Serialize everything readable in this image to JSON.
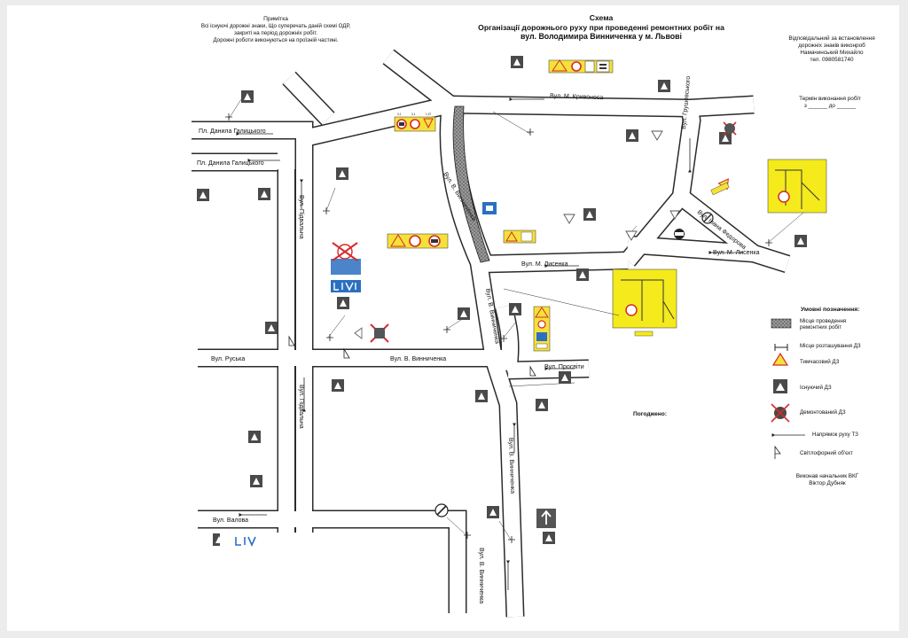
{
  "note": {
    "heading": "Примітка",
    "line1": "Всі існуючі дорожні знаки, Що суперечать даній схемі ОДР,",
    "line2": "закриті на період дорожніх робіт.",
    "line3": "Дорожні роботи виконуються на проїзній частині."
  },
  "title": {
    "line1": "Схема",
    "line2": "Організації дорожнього руху при проведенні ремонтних робіт на",
    "line3": "вул. Володимира Винниченка у м. Львові"
  },
  "responsible": {
    "line1": "Відповідальний за встановлення",
    "line2": "дорожніх знаків виконроб",
    "line3": "Намачинський Михайло",
    "line4": "тел. 0980581740"
  },
  "term": {
    "line1": "Термін виконання робіт",
    "line2": "з ______ до ______"
  },
  "agreed": "Погоджено:",
  "executive": {
    "line1": "Виконав начальник ВКГ",
    "line2": "Віктор Дубняк"
  },
  "legend": {
    "title": "Умовні позначення:",
    "items": [
      {
        "key": "work_zone",
        "label1": "Місце проведення",
        "label2": "ремонтних робіт"
      },
      {
        "key": "sign_place",
        "label1": "Місце розташування ДЗ",
        "label2": ""
      },
      {
        "key": "temp_sign",
        "label1": "Тимчасовий ДЗ",
        "label2": ""
      },
      {
        "key": "existing_sign",
        "label1": "Існуючий ДЗ",
        "label2": ""
      },
      {
        "key": "removed_sign",
        "label1": "Демонтований ДЗ",
        "label2": ""
      },
      {
        "key": "direction",
        "label1": "Напрямок руху ТЗ",
        "label2": ""
      },
      {
        "key": "traffic_light",
        "label1": "Світлофорний об'єкт",
        "label2": ""
      }
    ]
  },
  "streets": {
    "halytskoho1": "Пл. Данила Галицького",
    "halytskoho2": "Пл. Данила Галицького",
    "pidvalna_top": "Вул. Підвальна",
    "pidvalna_bottom": "Вул. Підвальна",
    "ruska": "Вул. Руська",
    "valova": "Вул. Валова",
    "vynnychenka_h": "Вул. В. Винниченка",
    "vynnychenka_work": "Вул. В. Винниченка",
    "vynnychenka_mid": "Вул. В. Винниченка",
    "vynnychenka_low": "Вул. В. Винниченка",
    "vynnychenka_bottom": "Вул. В. Винниченка",
    "kryvonosa": "Вул. М. Кривоноса",
    "lysenka": "Вул. М. Лисенка",
    "lysenka_right": "Вул. М. Лисенка",
    "prosvity": "Вул. Просвіти",
    "hrushevskoho": "Вул. Грушевського",
    "ivana_fedorova": "Вул. Івана Федорова"
  },
  "colors": {
    "paper": "#ffffff",
    "road_fill": "#ffffff",
    "road_edge": "#2b2b2b",
    "work_zone": "#7a7a7a",
    "temp_yellow": "#f5e13a",
    "highlight_yellow": "#f4ea1c",
    "sign_dark": "#4a4a4a",
    "sign_blue": "#2c6fc0",
    "removed_red": "#d62b2b",
    "detour_purple": "#6a3fb0"
  },
  "icons": {
    "existing_sign": "pedestrian-crossing-icon",
    "temp_sign": "road-works-icon",
    "removed_sign": "crossed-sign-icon",
    "direction": "arrow-left-icon",
    "traffic_light": "traffic-light-icon"
  }
}
